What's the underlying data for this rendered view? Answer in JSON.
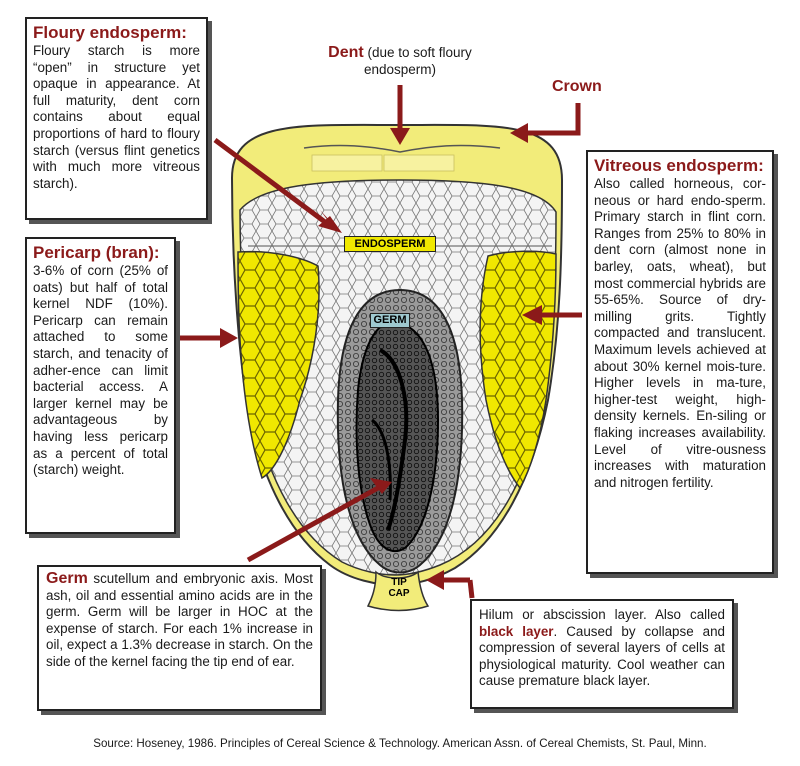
{
  "labels": {
    "endosperm_tag": "ENDOSPERM",
    "germ_tag": "GERM",
    "tip_cap_line1": "TIP",
    "tip_cap_line2": "CAP",
    "dent_title": "Dent",
    "dent_note": "(due to soft floury endosperm)",
    "crown": "Crown"
  },
  "boxes": {
    "floury": {
      "title": "Floury endosperm:",
      "body": "Floury starch is more “open” in structure yet opaque in appearance. At full maturity, dent corn contains about equal proportions of hard to floury starch (versus flint genetics with much more vitreous starch)."
    },
    "pericarp": {
      "title": "Pericarp (bran):",
      "body": "3-6% of corn (25% of oats) but half of total kernel NDF (10%). Pericarp can remain attached to some starch, and tenacity of adher-ence can limit bacterial access. A larger kernel may be advantageous by having less pericarp as a percent of total (starch) weight."
    },
    "vitreous": {
      "title": "Vitreous endosperm:",
      "body": "Also called horneous, cor-neous or hard endo-sperm. Primary starch in flint corn. Ranges from 25% to 80% in dent corn (almost none in barley, oats, wheat), but most commercial hybrids are 55-65%. Source of dry-milling grits. Tightly compacted and translucent. Maximum levels achieved at about 30% kernel mois-ture. Higher levels in ma-ture, higher-test weight, high-density kernels. En-siling or flaking increases availability. Level of vitre-ousness increases with maturation and nitrogen fertility."
    },
    "germ": {
      "title": "Germ",
      "body": " scutellum and embryonic axis. Most ash, oil and essential amino acids are in the germ. Germ will be larger in HOC at the expense of starch. For each 1% increase in oil, expect a 1.3% decrease in starch. On the side of the kernel facing the tip end of ear."
    },
    "hilum": {
      "body_before": "Hilum or abscission layer. Also called ",
      "highlight": "black layer",
      "body_after": ". Caused by collapse and compression of several layers of cells at physiological maturity. Cool weather can cause premature black layer."
    }
  },
  "source": "Source: Hoseney, 1986. Principles of Cereal Science & Technology. American Assn. of Cereal Chemists, St. Paul, Minn.",
  "colors": {
    "kernel_yellow": "#f2ec7a",
    "vitreous_yellow": "#f0e800",
    "arrow_maroon": "#8b1a1a",
    "germ_gray": "#8a8a8a"
  }
}
